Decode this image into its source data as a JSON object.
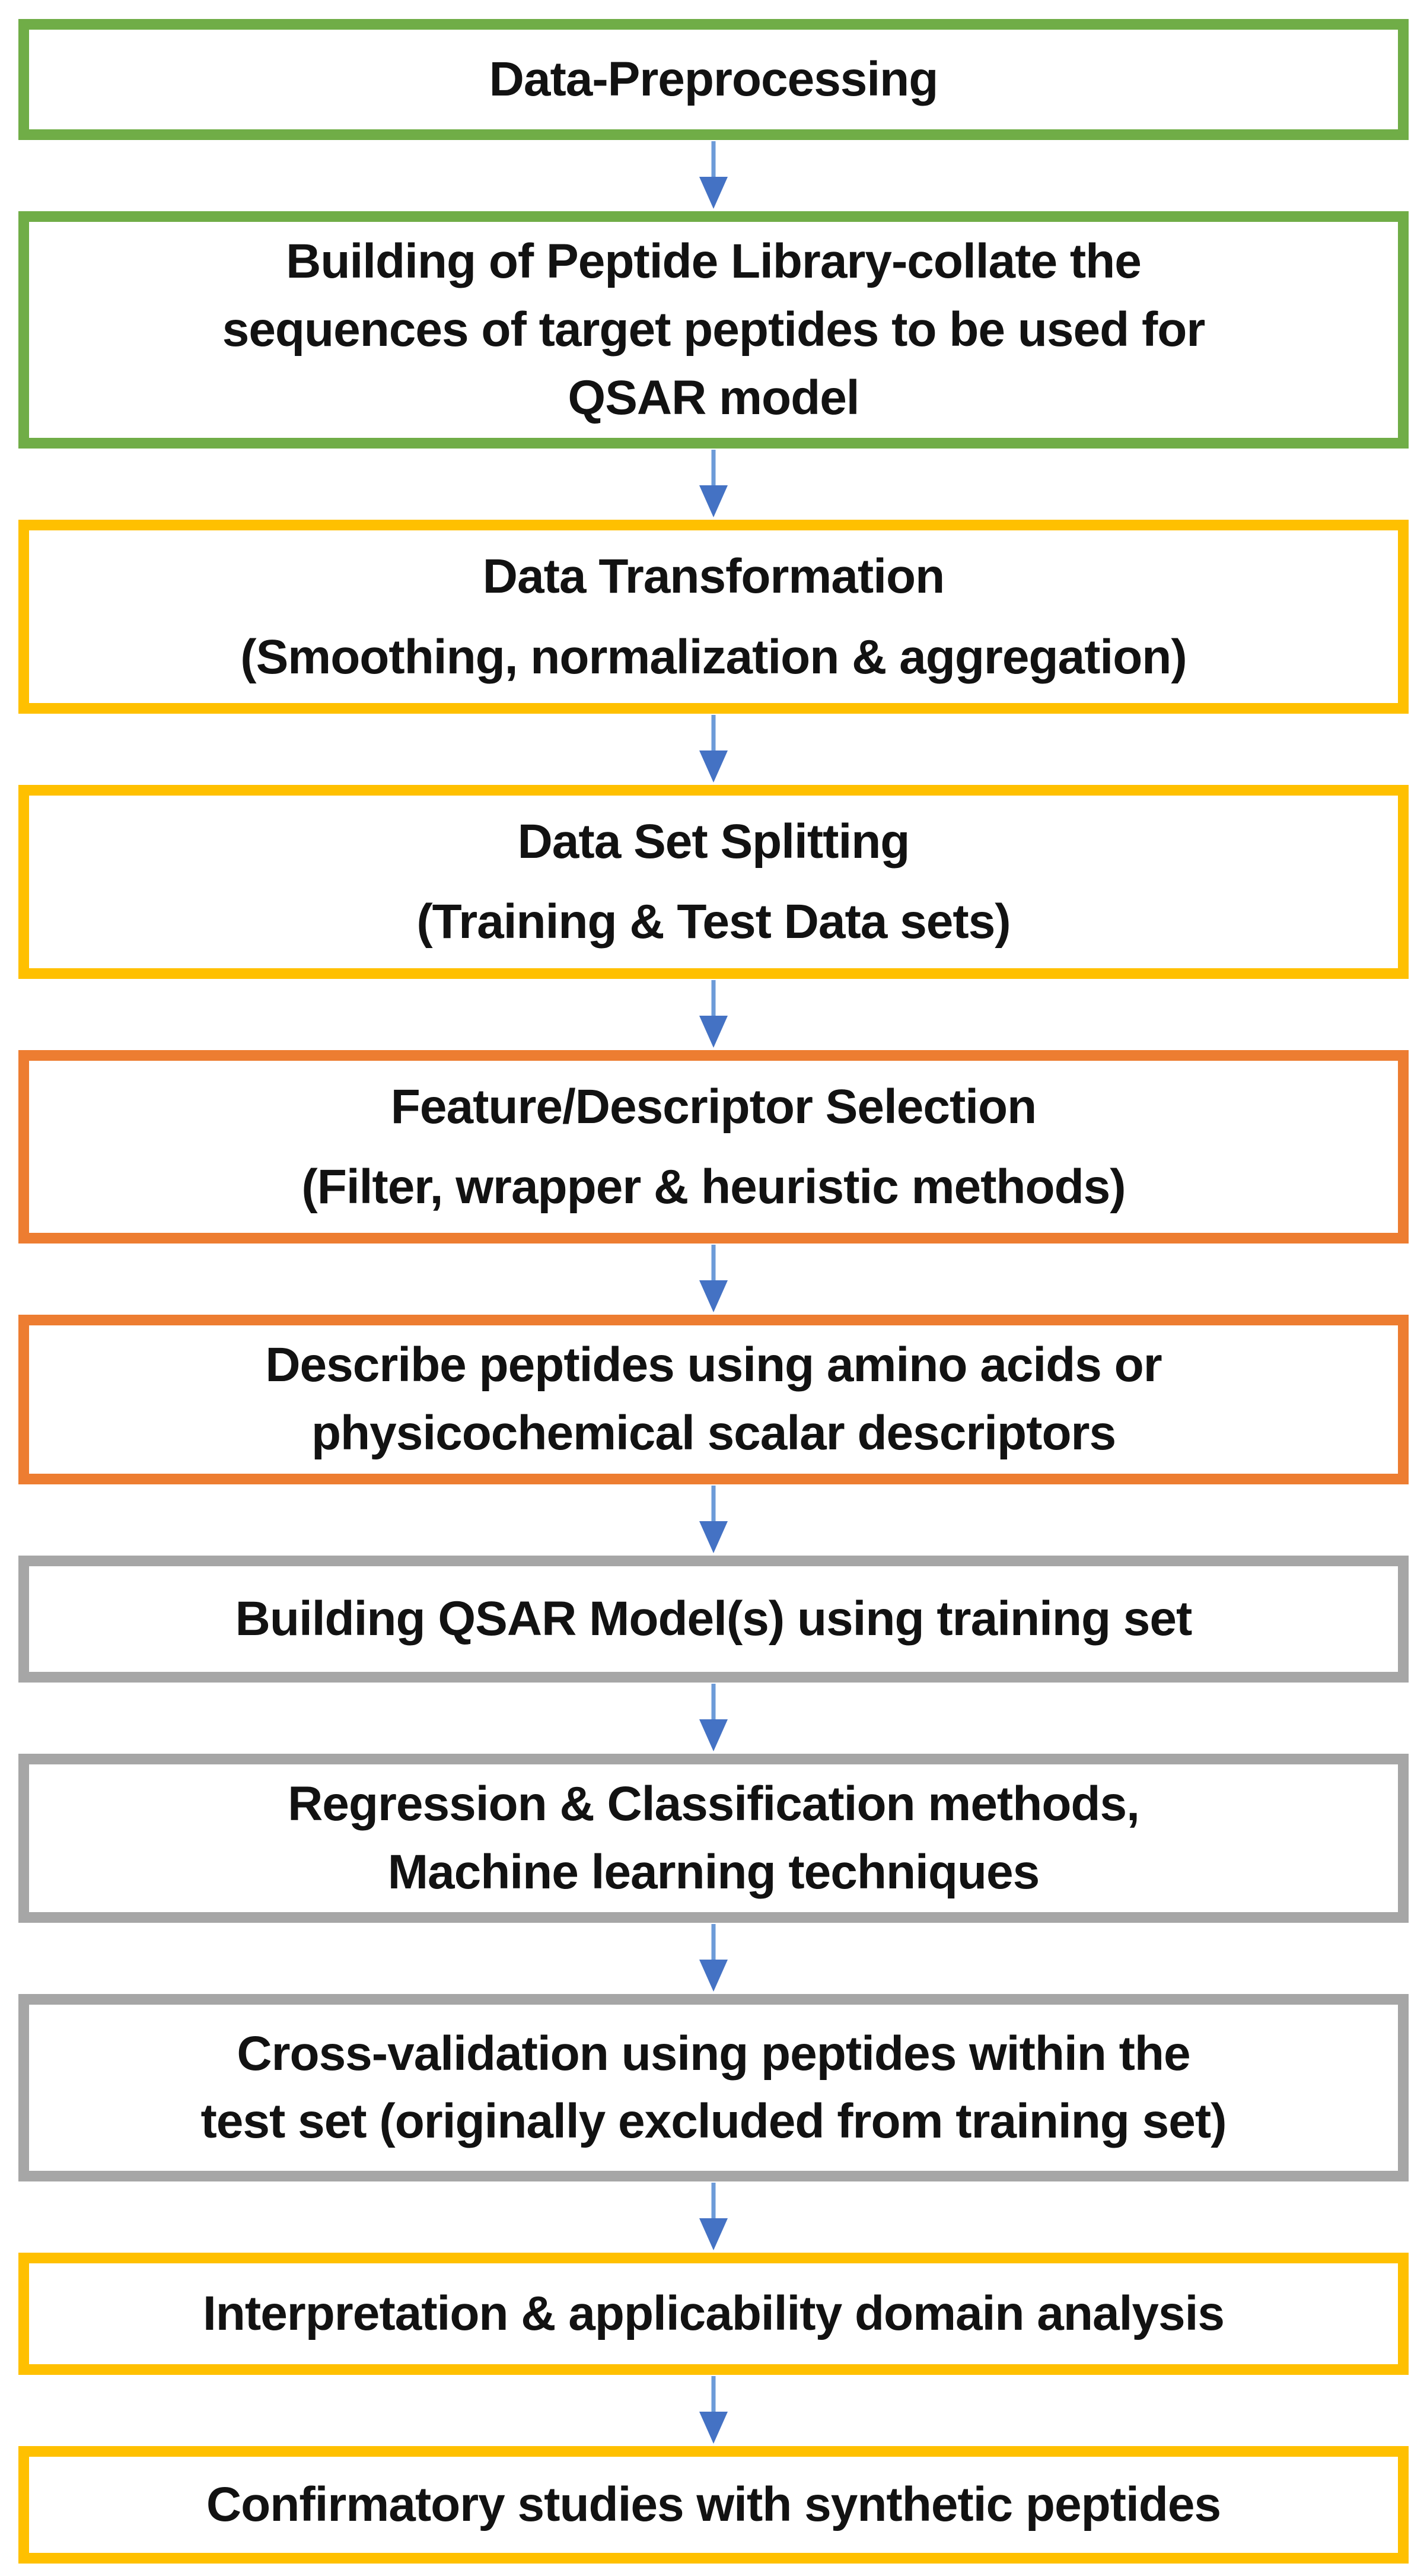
{
  "figure": {
    "type": "flowchart",
    "orientation": "vertical",
    "step_count": 11,
    "connector_count": 10
  },
  "colors": {
    "green": "#70AD47",
    "gold": "#FFC000",
    "orange": "#ED7D31",
    "gray": "#A6A6A6",
    "arrow_shaft": "#6D9BD8",
    "arrow_head": "#4472C4",
    "box_fill": "#FFFFFF",
    "text": "#121212"
  },
  "steps": [
    {
      "text": "Data-Preprocessing",
      "color": "green"
    },
    {
      "text": "Building of Peptide Library-collate the\nsequences of target peptides to be used for\nQSAR model",
      "color": "green"
    },
    {
      "text": "Data Transformation\n(Smoothing, normalization & aggregation)",
      "color": "gold"
    },
    {
      "text": "Data Set Splitting\n(Training & Test Data sets)",
      "color": "gold"
    },
    {
      "text": "Feature/Descriptor Selection\n(Filter, wrapper & heuristic methods)",
      "color": "orange"
    },
    {
      "text": "Describe peptides using amino acids or\nphysicochemical scalar descriptors",
      "color": "orange"
    },
    {
      "text": "Building QSAR Model(s) using training set",
      "color": "gray"
    },
    {
      "text": "Regression & Classification methods,\nMachine learning techniques",
      "color": "gray"
    },
    {
      "text": "Cross-validation using peptides within the\ntest set (originally excluded from training set)",
      "color": "gray"
    },
    {
      "text": "Interpretation & applicability domain analysis",
      "color": "gold"
    },
    {
      "text": "Confirmatory studies with synthetic peptides",
      "color": "gold"
    }
  ],
  "arrow": {
    "glyph": "down-arrow",
    "direction": "down"
  }
}
